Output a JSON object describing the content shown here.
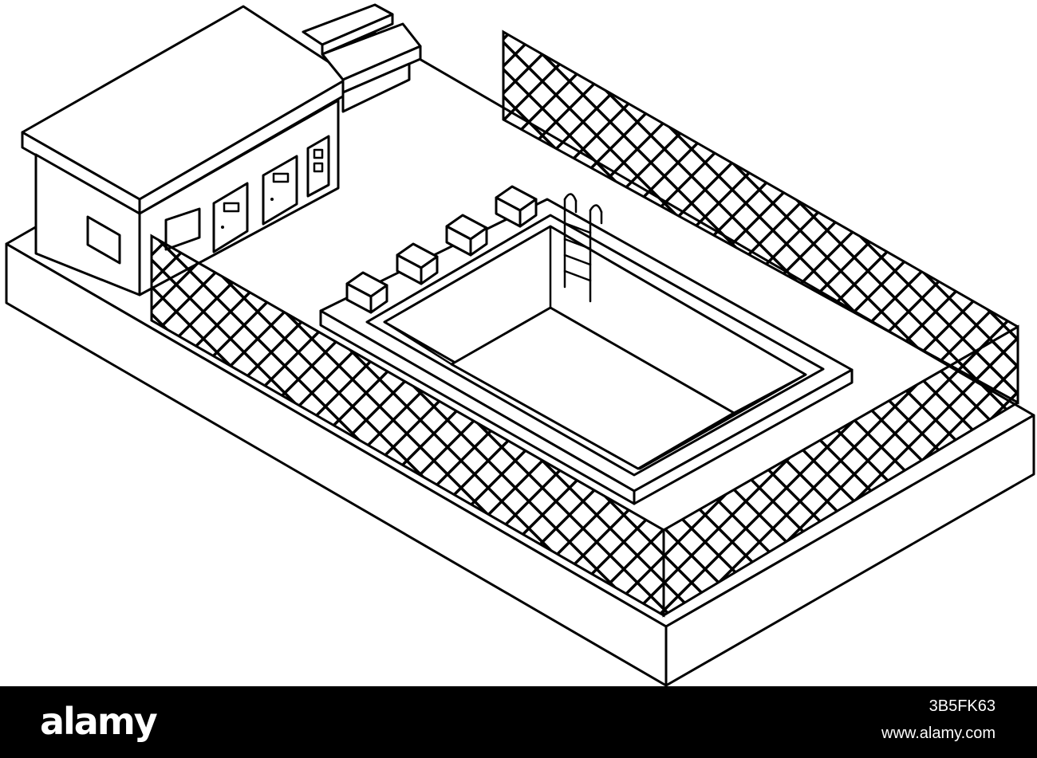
{
  "illustration": {
    "subject": "isometric swimming pool with fence and building",
    "style": "black line art on white",
    "colors": {
      "ink": "#000000",
      "paper": "#ffffff"
    }
  },
  "footer": {
    "brand": "alamy",
    "image_id": "3B5FK63",
    "url": "www.alamy.com",
    "colors": {
      "background": "#000000",
      "text": "#ffffff"
    }
  }
}
